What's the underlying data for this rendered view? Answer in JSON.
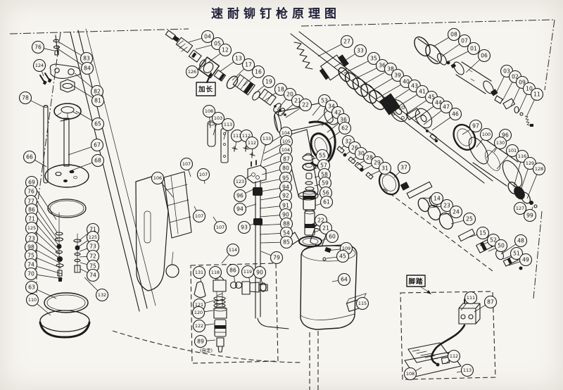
{
  "title": "速耐铆钉枪原理图",
  "labels": {
    "extended": "加长",
    "pedal": "脚踏",
    "custom_note": "(自定)"
  },
  "colors": {
    "ink": "#1c1c1c",
    "paper": "#f7f5f0",
    "title_ink": "#20203a"
  },
  "callouts": [
    [
      "76",
      54,
      67,
      77,
      72
    ],
    [
      "124",
      56,
      93,
      62,
      108
    ],
    [
      "78",
      36,
      139,
      62,
      152
    ],
    [
      "83",
      123,
      83,
      84,
      60
    ],
    [
      "84",
      124,
      97,
      83,
      70
    ],
    [
      "82",
      138,
      130,
      106,
      104
    ],
    [
      "81",
      139,
      143,
      104,
      122
    ],
    [
      "65",
      139,
      176,
      108,
      158
    ],
    [
      "66",
      42,
      223,
      66,
      237
    ],
    [
      "67",
      138,
      206,
      97,
      220
    ],
    [
      "68",
      139,
      228,
      102,
      242
    ],
    [
      "69",
      45,
      259,
      80,
      312
    ],
    [
      "76",
      44,
      272,
      81,
      330
    ],
    [
      "77",
      44,
      286,
      82,
      340
    ],
    [
      "86",
      45,
      298,
      83,
      348
    ],
    [
      "71",
      45,
      311,
      84,
      355
    ],
    [
      "125",
      45,
      324,
      85,
      361
    ],
    [
      "73",
      45,
      339,
      85,
      367
    ],
    [
      "98",
      44,
      351,
      86,
      374
    ],
    [
      "75",
      44,
      363,
      87,
      381
    ],
    [
      "74",
      44,
      376,
      88,
      389
    ],
    [
      "70",
      44,
      389,
      89,
      396
    ],
    [
      "63",
      45,
      408,
      80,
      424
    ],
    [
      "110",
      46,
      426,
      72,
      448
    ],
    [
      "71",
      132,
      326,
      112,
      342
    ],
    [
      "125",
      132,
      337,
      112,
      350
    ],
    [
      "73",
      132,
      350,
      113,
      357
    ],
    [
      "72",
      132,
      364,
      113,
      365
    ],
    [
      "75",
      132,
      378,
      114,
      373
    ],
    [
      "74",
      132,
      391,
      114,
      382
    ],
    [
      "132",
      145,
      419,
      120,
      394
    ],
    [
      "04",
      295,
      52,
      268,
      60
    ],
    [
      "05",
      309,
      62,
      278,
      70
    ],
    [
      "12",
      320,
      71,
      294,
      90
    ],
    [
      "13",
      339,
      83,
      312,
      102
    ],
    [
      "17",
      353,
      92,
      330,
      114
    ],
    [
      "16",
      367,
      102,
      346,
      122
    ],
    [
      "19",
      382,
      116,
      362,
      133
    ],
    [
      "18",
      399,
      127,
      376,
      143
    ],
    [
      "126",
      273,
      102,
      286,
      97
    ],
    [
      "108",
      297,
      158,
      299,
      182
    ],
    [
      "103",
      310,
      168,
      303,
      192
    ],
    [
      "113",
      324,
      177,
      318,
      198
    ],
    [
      "111",
      337,
      193,
      334,
      212
    ],
    [
      "112",
      350,
      193,
      350,
      211
    ],
    [
      "112",
      358,
      203,
      359,
      220
    ],
    [
      "133",
      379,
      197,
      370,
      236
    ],
    [
      "123",
      341,
      258,
      357,
      249
    ],
    [
      "96",
      341,
      278,
      362,
      268
    ],
    [
      "94",
      341,
      297,
      364,
      290
    ],
    [
      "93",
      347,
      323,
      366,
      316
    ],
    [
      "104",
      406,
      189,
      377,
      207
    ],
    [
      "105",
      407,
      201,
      375,
      218
    ],
    [
      "104",
      406,
      213,
      374,
      228
    ],
    [
      "87",
      407,
      226,
      373,
      238
    ],
    [
      "80",
      406,
      239,
      372,
      248
    ],
    [
      "95",
      406,
      253,
      371,
      260
    ],
    [
      "94",
      406,
      266,
      370,
      272
    ],
    [
      "92",
      406,
      278,
      370,
      284
    ],
    [
      "91",
      406,
      292,
      369,
      296
    ],
    [
      "90",
      406,
      305,
      369,
      308
    ],
    [
      "88",
      407,
      318,
      369,
      320
    ],
    [
      "54",
      407,
      331,
      369,
      333
    ],
    [
      "85",
      407,
      344,
      370,
      345
    ],
    [
      "79",
      393,
      366,
      371,
      357
    ],
    [
      "55",
      458,
      221,
      445,
      226
    ],
    [
      "57",
      460,
      235,
      446,
      240
    ],
    [
      "58",
      461,
      248,
      447,
      252
    ],
    [
      "59",
      462,
      260,
      447,
      264
    ],
    [
      "56",
      463,
      274,
      448,
      277
    ],
    [
      "61",
      464,
      287,
      448,
      292
    ],
    [
      "22",
      456,
      313,
      444,
      318
    ],
    [
      "21",
      463,
      324,
      446,
      330
    ],
    [
      "60",
      472,
      336,
      456,
      342
    ],
    [
      "109",
      492,
      353,
      465,
      356
    ],
    [
      "45",
      487,
      364,
      464,
      367
    ],
    [
      "64",
      489,
      397,
      472,
      400
    ],
    [
      "115",
      515,
      431,
      507,
      436
    ],
    [
      "20",
      412,
      134,
      394,
      156
    ],
    [
      "21",
      423,
      143,
      400,
      162
    ],
    [
      "22",
      434,
      149,
      406,
      167
    ],
    [
      "53",
      461,
      143,
      444,
      164
    ],
    [
      "34",
      471,
      151,
      451,
      172
    ],
    [
      "42",
      480,
      160,
      457,
      179
    ],
    [
      "36",
      488,
      170,
      465,
      188
    ],
    [
      "62",
      490,
      182,
      468,
      198
    ],
    [
      "32",
      495,
      201,
      484,
      212
    ],
    [
      "26",
      504,
      210,
      491,
      220
    ],
    [
      "30",
      513,
      218,
      499,
      228
    ],
    [
      "28",
      525,
      224,
      507,
      235
    ],
    [
      "29",
      536,
      231,
      515,
      242
    ],
    [
      "31",
      547,
      239,
      524,
      250
    ],
    [
      "37",
      574,
      238,
      560,
      252
    ],
    [
      "27",
      493,
      59,
      452,
      80
    ],
    [
      "33",
      512,
      72,
      474,
      96
    ],
    [
      "35",
      531,
      83,
      489,
      104
    ],
    [
      "36",
      543,
      93,
      500,
      114
    ],
    [
      "38",
      555,
      98,
      511,
      123
    ],
    [
      "39",
      565,
      107,
      523,
      132
    ],
    [
      "40",
      577,
      116,
      534,
      141
    ],
    [
      "43",
      589,
      122,
      551,
      147
    ],
    [
      "41",
      600,
      130,
      563,
      153
    ],
    [
      "45",
      613,
      138,
      577,
      162
    ],
    [
      "44",
      623,
      146,
      590,
      170
    ],
    [
      "47",
      634,
      152,
      602,
      177
    ],
    [
      "46",
      647,
      162,
      614,
      185
    ],
    [
      "08",
      645,
      49,
      616,
      66
    ],
    [
      "07",
      660,
      58,
      628,
      80
    ],
    [
      "01",
      673,
      69,
      638,
      87
    ],
    [
      "06",
      688,
      79,
      662,
      103
    ],
    [
      "03",
      720,
      101,
      704,
      134
    ],
    [
      "02",
      732,
      109,
      714,
      143
    ],
    [
      "09",
      742,
      117,
      726,
      151
    ],
    [
      "10",
      752,
      126,
      737,
      159
    ],
    [
      "11",
      763,
      134,
      748,
      166
    ],
    [
      "97",
      676,
      179,
      657,
      191
    ],
    [
      "100",
      691,
      191,
      677,
      209
    ],
    [
      "96",
      718,
      192,
      702,
      216
    ],
    [
      "130",
      711,
      203,
      691,
      224
    ],
    [
      "101",
      728,
      214,
      706,
      240
    ],
    [
      "116",
      742,
      222,
      730,
      266
    ],
    [
      "129",
      753,
      232,
      739,
      273
    ],
    [
      "128",
      766,
      240,
      749,
      282
    ],
    [
      "127",
      739,
      296,
      741,
      288
    ],
    [
      "99",
      753,
      306,
      757,
      294
    ],
    [
      "14",
      621,
      282,
      601,
      281
    ],
    [
      "23",
      635,
      292,
      611,
      295
    ],
    [
      "24",
      648,
      301,
      624,
      306
    ],
    [
      "25",
      667,
      311,
      641,
      318
    ],
    [
      "15",
      686,
      331,
      663,
      338
    ],
    [
      "52",
      701,
      341,
      682,
      349
    ],
    [
      "50",
      712,
      349,
      694,
      357
    ],
    [
      "48",
      740,
      342,
      712,
      361
    ],
    [
      "51",
      734,
      360,
      715,
      368
    ],
    [
      "49",
      747,
      369,
      723,
      377
    ],
    [
      "106",
      224,
      253,
      246,
      280
    ],
    [
      "107",
      265,
      233,
      271,
      251
    ],
    [
      "107",
      289,
      248,
      291,
      261
    ],
    [
      "107",
      283,
      307,
      276,
      293
    ],
    [
      "107",
      313,
      323,
      303,
      308
    ],
    [
      "114",
      331,
      355,
      315,
      374
    ],
    [
      "131",
      283,
      387,
      286,
      401
    ],
    [
      "118",
      306,
      387,
      310,
      398
    ],
    [
      "86",
      331,
      384,
      334,
      401
    ],
    [
      "119",
      352,
      386,
      355,
      400
    ],
    [
      "90",
      369,
      387,
      373,
      404
    ],
    [
      "121",
      283,
      433,
      304,
      427
    ],
    [
      "120",
      282,
      444,
      303,
      441
    ],
    [
      "122",
      283,
      463,
      304,
      460
    ],
    [
      "89",
      285,
      485,
      306,
      483
    ],
    [
      "111",
      669,
      423,
      655,
      441
    ],
    [
      "87",
      697,
      429,
      674,
      443
    ],
    [
      "112",
      645,
      506,
      633,
      517
    ],
    [
      "113",
      664,
      526,
      649,
      529
    ],
    [
      "108",
      583,
      531,
      599,
      522
    ]
  ]
}
